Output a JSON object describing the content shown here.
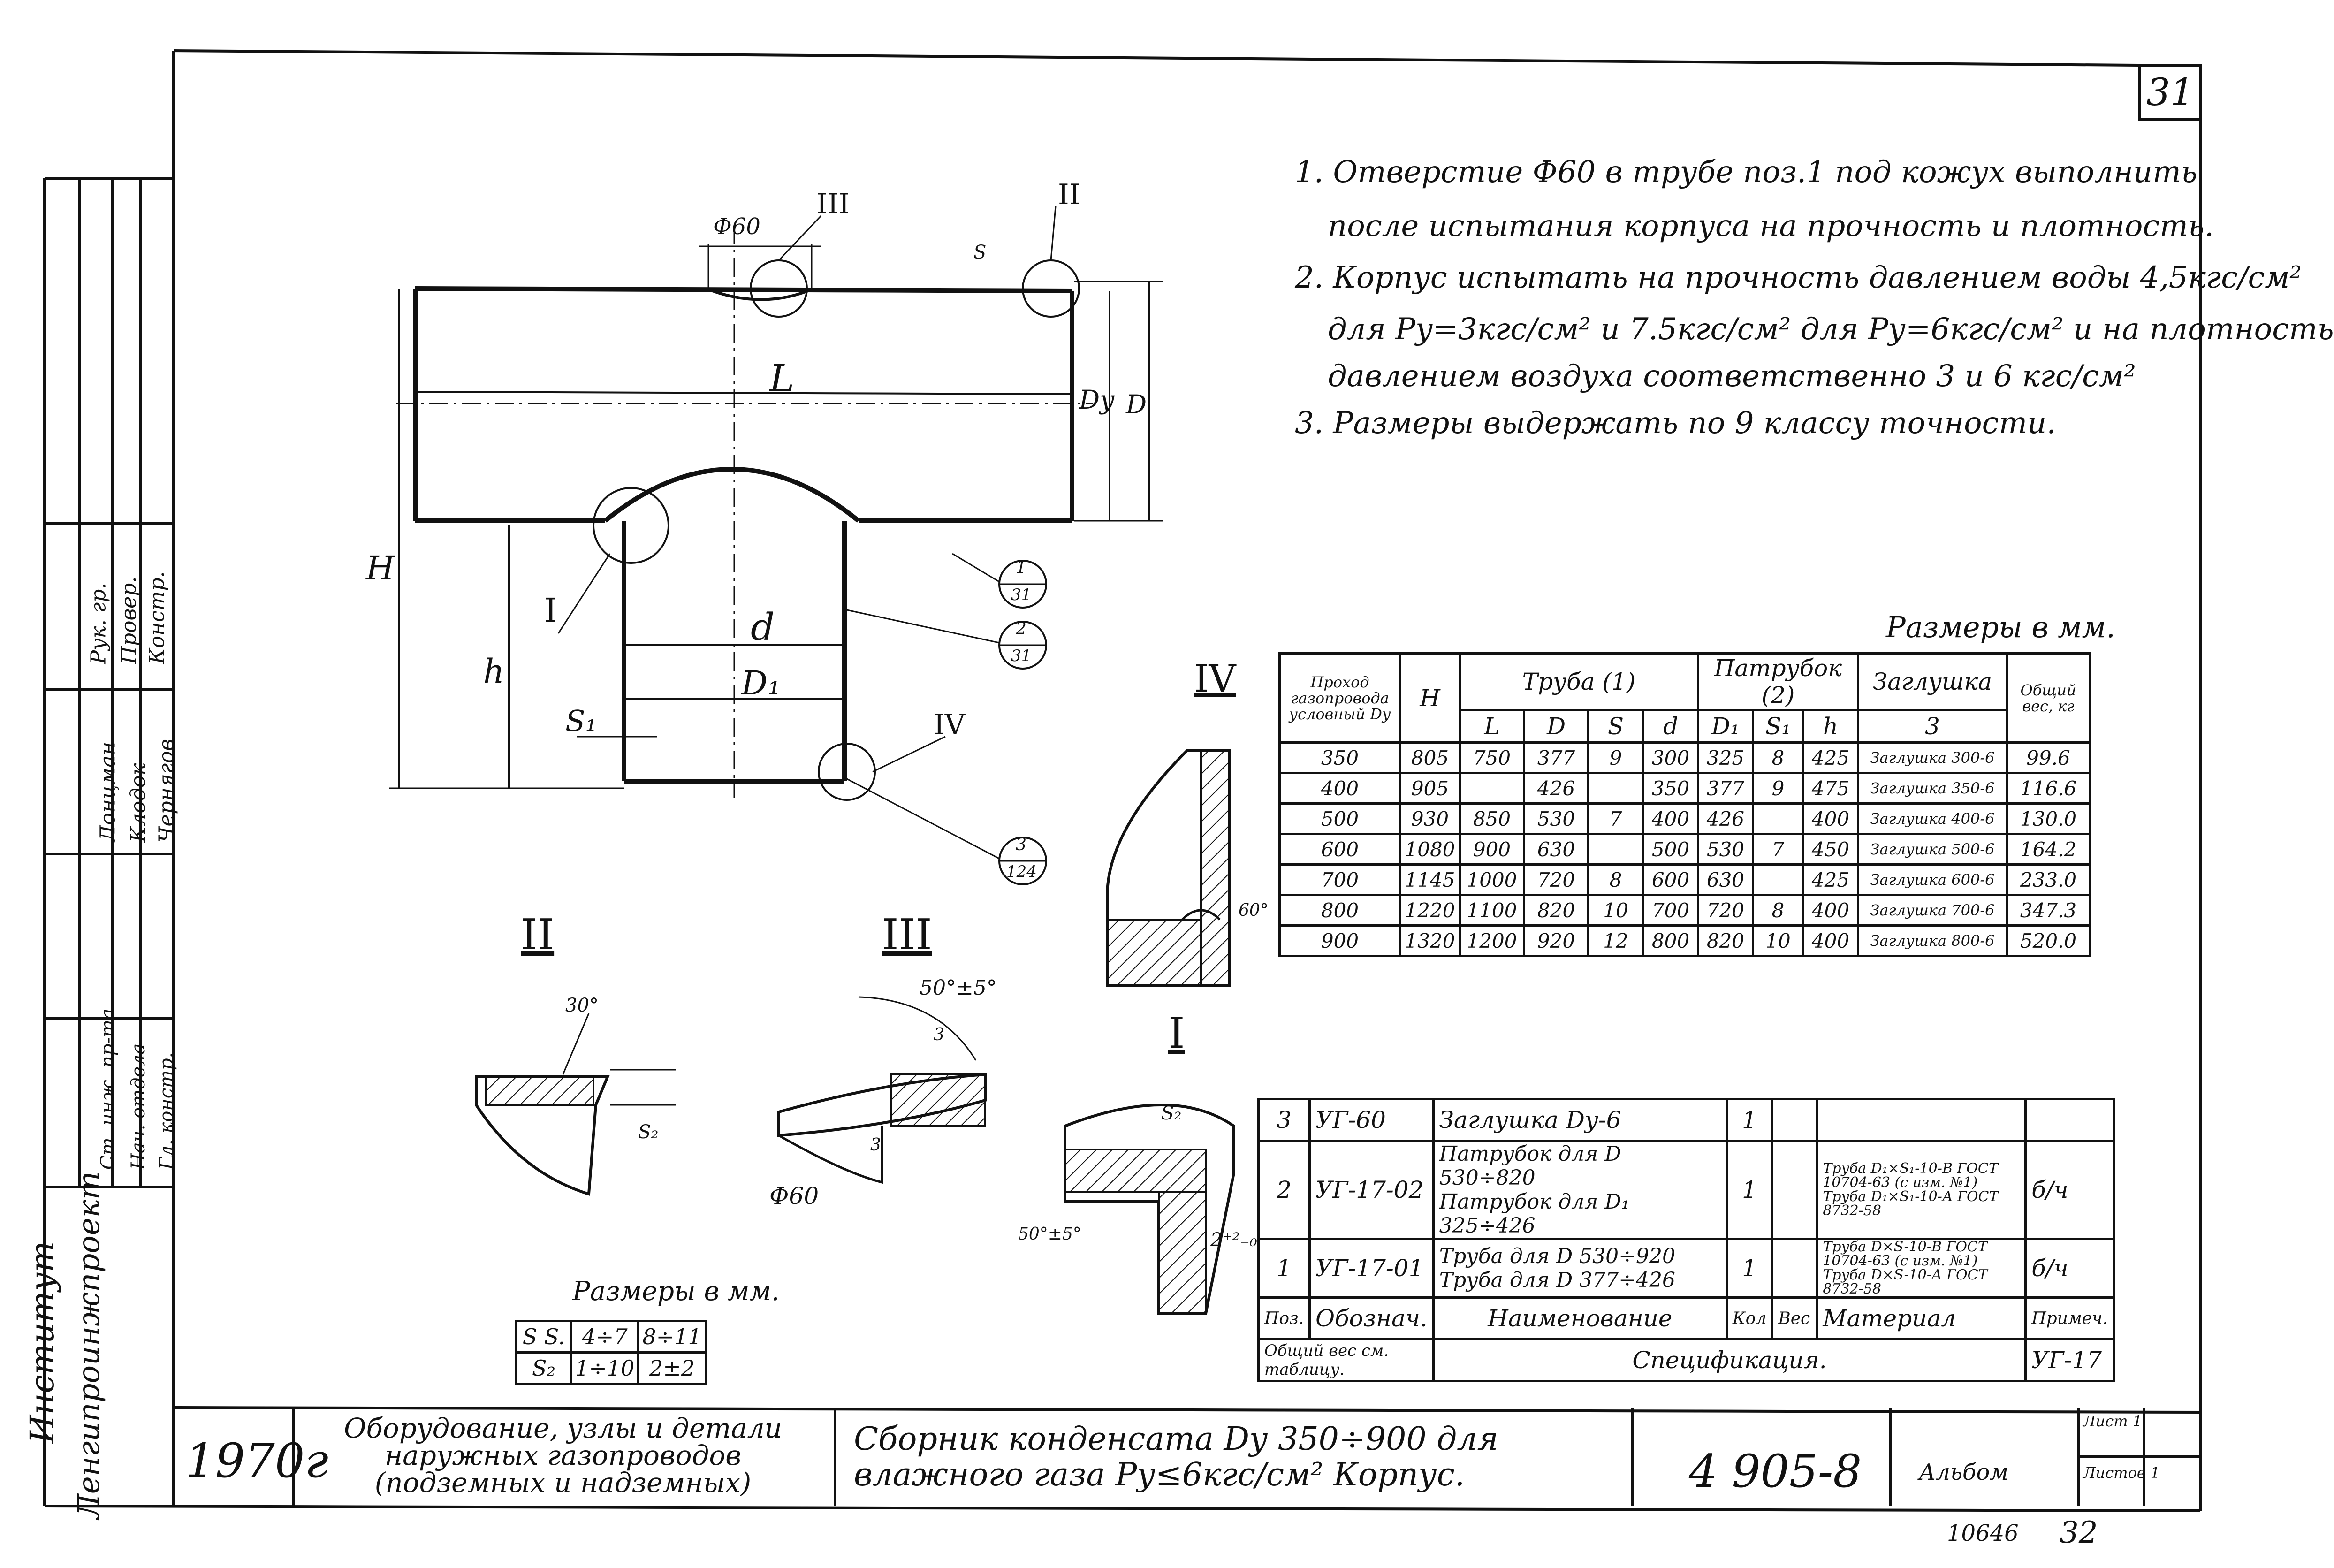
{
  "sheet": {
    "page_number": "31",
    "bottom_number": "10646",
    "bottom_page": "32",
    "year": "1970г"
  },
  "notes": [
    "1. Отверстие Ф60 в трубе поз.1 под кожух выполнить",
    "после испытания корпуса на прочность и плотность.",
    "2. Корпус испытать на прочность давлением воды 4,5кгс/см²",
    "для Ру=3кгс/см² и 7.5кгс/см² для Ру=6кгс/см² и на плотность",
    "давлением воздуха соответственно 3 и 6 кгс/см²",
    "3. Размеры выдержать по 9 классу точности."
  ],
  "drawing": {
    "labels": {
      "phi60": "Ф60",
      "L": "L",
      "H": "H",
      "h": "h",
      "d": "d",
      "D1": "D₁",
      "S1": "S₁",
      "Dy": "Dу",
      "D": "D",
      "S": "S",
      "callout_I": "I",
      "callout_II": "II",
      "callout_III": "III",
      "callout_IV": "IV",
      "pos1": [
        "1",
        "31"
      ],
      "pos2": [
        "2",
        "31"
      ],
      "pos3": [
        "3",
        "124"
      ]
    },
    "detail_II": {
      "title": "II",
      "angle": "30°",
      "s2": "S₂"
    },
    "detail_III": {
      "title": "III",
      "angle": "50°±5°",
      "phi": "Ф60",
      "rough1": "3",
      "rough2": "3"
    },
    "detail_IV": {
      "title": "IV",
      "angle": "60°"
    },
    "detail_I": {
      "title": "I",
      "s2": "S₂",
      "angle": "50°±5°",
      "dim": "2⁺²₋₀"
    }
  },
  "small_table": {
    "title": "Размеры в мм.",
    "rows": [
      [
        "S S.",
        "4÷7",
        "8÷11"
      ],
      [
        "S₂",
        "1÷10",
        "2±2"
      ]
    ]
  },
  "dim_table": {
    "title": "Размеры в мм.",
    "header": {
      "col0": "Проход газопровода условный Dу",
      "H": "H",
      "truba": "Труба",
      "truba_num": "1",
      "patrubok": "Патрубок",
      "patrubok_num": "2",
      "zaglushka": "Заглушка",
      "zaglushka_num": "3",
      "ves": "Общий вес, кг",
      "L": "L",
      "D": "D",
      "S": "S",
      "d": "d",
      "D1": "D₁",
      "S1": "S₁",
      "h": "h"
    },
    "rows": [
      {
        "dy": "350",
        "H": "805",
        "L": "750",
        "D": "377",
        "S": "9",
        "d": "300",
        "D1": "325",
        "S1": "8",
        "h": "425",
        "zag": "Заглушка 300-6",
        "ves": "99.6"
      },
      {
        "dy": "400",
        "H": "905",
        "L": "",
        "D": "426",
        "S": "",
        "d": "350",
        "D1": "377",
        "S1": "9",
        "h": "475",
        "zag": "Заглушка 350-6",
        "ves": "116.6"
      },
      {
        "dy": "500",
        "H": "930",
        "L": "850",
        "D": "530",
        "S": "7",
        "d": "400",
        "D1": "426",
        "S1": "",
        "h": "400",
        "zag": "Заглушка 400-6",
        "ves": "130.0"
      },
      {
        "dy": "600",
        "H": "1080",
        "L": "900",
        "D": "630",
        "S": "",
        "d": "500",
        "D1": "530",
        "S1": "7",
        "h": "450",
        "zag": "Заглушка 500-6",
        "ves": "164.2"
      },
      {
        "dy": "700",
        "H": "1145",
        "L": "1000",
        "D": "720",
        "S": "8",
        "d": "600",
        "D1": "630",
        "S1": "",
        "h": "425",
        "zag": "Заглушка 600-6",
        "ves": "233.0"
      },
      {
        "dy": "800",
        "H": "1220",
        "L": "1100",
        "D": "820",
        "S": "10",
        "d": "700",
        "D1": "720",
        "S1": "8",
        "h": "400",
        "zag": "Заглушка 700-6",
        "ves": "347.3"
      },
      {
        "dy": "900",
        "H": "1320",
        "L": "1200",
        "D": "920",
        "S": "12",
        "d": "800",
        "D1": "820",
        "S1": "10",
        "h": "400",
        "zag": "Заглушка 800-6",
        "ves": "520.0"
      }
    ]
  },
  "spec_table": {
    "rows": [
      {
        "pos": "3",
        "code": "УГ-60",
        "name": "Заглушка Dу-6",
        "qty": "1",
        "weight": "",
        "material": "",
        "note": ""
      },
      {
        "pos": "2",
        "code": "УГ-17-02",
        "name1": "Патрубок для D 530÷820",
        "name2": "Патрубок для D₁ 325÷426",
        "qty": "1",
        "weight": "",
        "material": "Труба D₁×S₁-10-В ГОСТ 10704-63 (с изм. №1) Труба D₁×S₁-10-А ГОСТ 8732-58",
        "note": "б/ч"
      },
      {
        "pos": "1",
        "code": "УГ-17-01",
        "name1": "Труба для D 530÷920",
        "name2": "Труба для D 377÷426",
        "qty": "1",
        "weight": "",
        "material": "Труба D×S-10-В ГОСТ 10704-63 (с изм. №1) Труба D×S-10-А ГОСТ 8732-58",
        "note": "б/ч"
      }
    ],
    "header": {
      "pos": "Поз.",
      "code": "Обознач.",
      "name": "Наименование",
      "qty": "Кол",
      "weight": "Вес",
      "material": "Материал",
      "note": "Примеч."
    },
    "weight_label": "Общий вес см. таблицу.",
    "spec_label": "Спецификация.",
    "spec_code": "УГ-17"
  },
  "title_block": {
    "left_title": "Оборудование, узлы и детали наружных газопроводов (подземных и надземных)",
    "main_title": "Сборник конденсата Dу 350÷900 для влажного газа Ру≤6кгс/см² Корпус.",
    "doc_number": "4 905-8",
    "album": "Альбом",
    "sheet_label": "Лист 1",
    "sheets_label": "Листов 1"
  },
  "side_block": {
    "institute": "Институт",
    "org": "Ленгипроинжпроект",
    "roles": [
      "Рук. гр.",
      "Провер.",
      "Констр.",
      "Нач. отдела",
      "Гл. констр.",
      "Ст. инж. пр-та"
    ],
    "names": [
      "Лонцман",
      "Клодок",
      "Чернягов"
    ]
  }
}
